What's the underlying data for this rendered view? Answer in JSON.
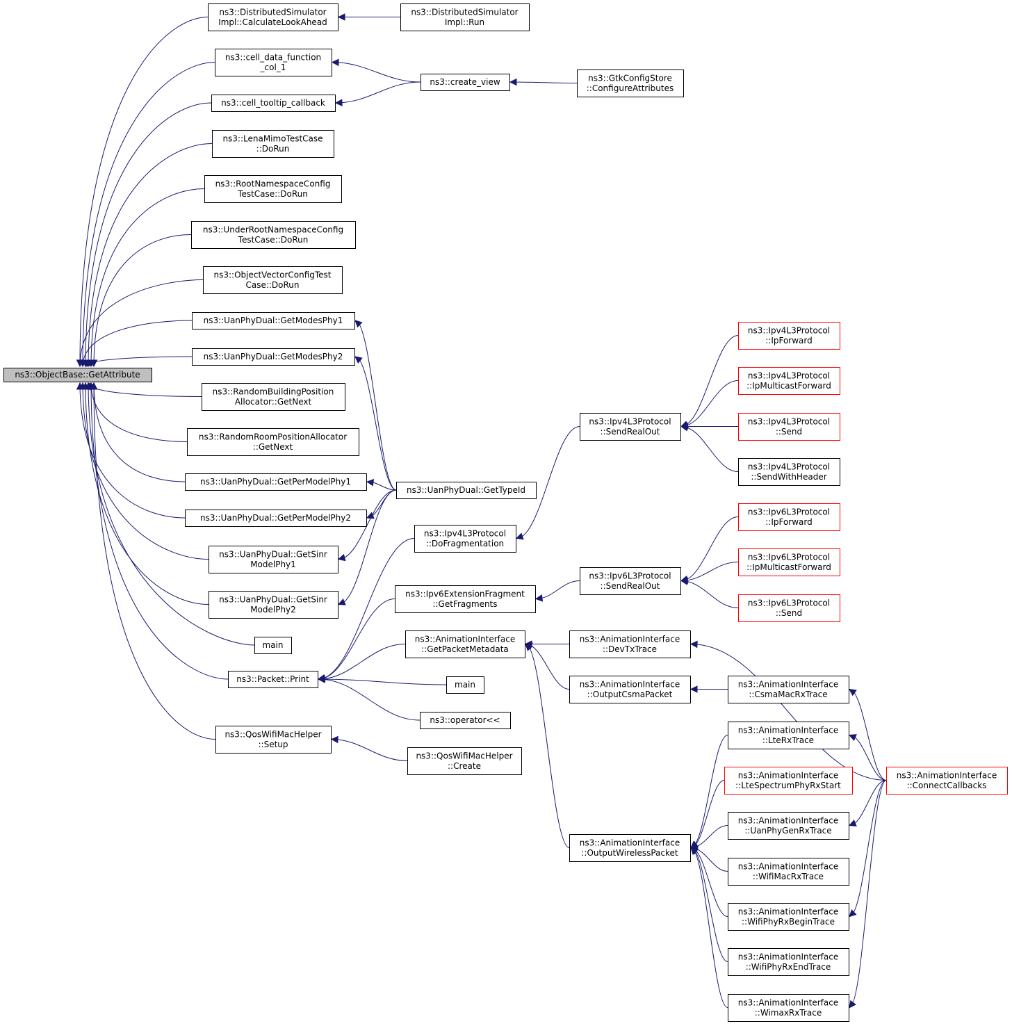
{
  "diagram": {
    "root": "n0",
    "nodes": [
      {
        "id": "n0",
        "lines": [
          "ns3::ObjectBase::GetAttribute"
        ],
        "style": "root"
      },
      {
        "id": "n1",
        "lines": [
          "ns3::DistributedSimulator",
          "Impl::CalculateLookAhead"
        ]
      },
      {
        "id": "n2",
        "lines": [
          "ns3::DistributedSimulator",
          "Impl::Run"
        ]
      },
      {
        "id": "n3",
        "lines": [
          "ns3::cell_data_function",
          "_col_1"
        ]
      },
      {
        "id": "n4",
        "lines": [
          "ns3::create_view"
        ]
      },
      {
        "id": "n5",
        "lines": [
          "ns3::GtkConfigStore",
          "::ConfigureAttributes"
        ]
      },
      {
        "id": "n6",
        "lines": [
          "ns3::cell_tooltip_callback"
        ]
      },
      {
        "id": "n7",
        "lines": [
          "ns3::LenaMimoTestCase",
          "::DoRun"
        ]
      },
      {
        "id": "n8",
        "lines": [
          "ns3::RootNamespaceConfig",
          "TestCase::DoRun"
        ]
      },
      {
        "id": "n9",
        "lines": [
          "ns3::UnderRootNamespaceConfig",
          "TestCase::DoRun"
        ]
      },
      {
        "id": "n10",
        "lines": [
          "ns3::ObjectVectorConfigTest",
          "Case::DoRun"
        ]
      },
      {
        "id": "n11",
        "lines": [
          "ns3::UanPhyDual::GetModesPhy1"
        ]
      },
      {
        "id": "n12",
        "lines": [
          "ns3::UanPhyDual::GetModesPhy2"
        ]
      },
      {
        "id": "n13",
        "lines": [
          "ns3::RandomBuildingPosition",
          "Allocator::GetNext"
        ]
      },
      {
        "id": "n14",
        "lines": [
          "ns3::RandomRoomPositionAllocator",
          "::GetNext"
        ]
      },
      {
        "id": "n15",
        "lines": [
          "ns3::UanPhyDual::GetPerModelPhy1"
        ]
      },
      {
        "id": "n16",
        "lines": [
          "ns3::UanPhyDual::GetPerModelPhy2"
        ]
      },
      {
        "id": "n17",
        "lines": [
          "ns3::UanPhyDual::GetSinr",
          "ModelPhy1"
        ]
      },
      {
        "id": "n18",
        "lines": [
          "ns3::UanPhyDual::GetSinr",
          "ModelPhy2"
        ]
      },
      {
        "id": "n19",
        "lines": [
          "main"
        ]
      },
      {
        "id": "n20",
        "lines": [
          "ns3::Packet::Print"
        ]
      },
      {
        "id": "n21",
        "lines": [
          "ns3::QosWifiMacHelper",
          "::Setup"
        ]
      },
      {
        "id": "n22",
        "lines": [
          "ns3::QosWifiMacHelper",
          "::Create"
        ]
      },
      {
        "id": "n23",
        "lines": [
          "ns3::UanPhyDual::GetTypeId"
        ]
      },
      {
        "id": "n24",
        "lines": [
          "ns3::Ipv4L3Protocol",
          "::DoFragmentation"
        ]
      },
      {
        "id": "n25",
        "lines": [
          "ns3::Ipv6ExtensionFragment",
          "::GetFragments"
        ]
      },
      {
        "id": "n26",
        "lines": [
          "ns3::AnimationInterface",
          "::GetPacketMetadata"
        ]
      },
      {
        "id": "n27",
        "lines": [
          "main"
        ]
      },
      {
        "id": "n28",
        "lines": [
          "ns3::operator<<"
        ]
      },
      {
        "id": "n29",
        "lines": [
          "ns3::Ipv4L3Protocol",
          "::SendRealOut"
        ]
      },
      {
        "id": "n30",
        "lines": [
          "ns3::Ipv4L3Protocol",
          "::IpForward"
        ],
        "style": "red"
      },
      {
        "id": "n31",
        "lines": [
          "ns3::Ipv4L3Protocol",
          "::IpMulticastForward"
        ],
        "style": "red"
      },
      {
        "id": "n32",
        "lines": [
          "ns3::Ipv4L3Protocol",
          "::Send"
        ],
        "style": "red"
      },
      {
        "id": "n33",
        "lines": [
          "ns3::Ipv4L3Protocol",
          "::SendWithHeader"
        ]
      },
      {
        "id": "n34",
        "lines": [
          "ns3::Ipv6L3Protocol",
          "::SendRealOut"
        ]
      },
      {
        "id": "n35",
        "lines": [
          "ns3::Ipv6L3Protocol",
          "::IpForward"
        ],
        "style": "red"
      },
      {
        "id": "n36",
        "lines": [
          "ns3::Ipv6L3Protocol",
          "::IpMulticastForward"
        ],
        "style": "red"
      },
      {
        "id": "n37",
        "lines": [
          "ns3::Ipv6L3Protocol",
          "::Send"
        ],
        "style": "red"
      },
      {
        "id": "n38",
        "lines": [
          "ns3::AnimationInterface",
          "::DevTxTrace"
        ]
      },
      {
        "id": "n39",
        "lines": [
          "ns3::AnimationInterface",
          "::OutputCsmaPacket"
        ]
      },
      {
        "id": "n40",
        "lines": [
          "ns3::AnimationInterface",
          "::CsmaMacRxTrace"
        ]
      },
      {
        "id": "n41",
        "lines": [
          "ns3::AnimationInterface",
          "::OutputWirelessPacket"
        ]
      },
      {
        "id": "n42",
        "lines": [
          "ns3::AnimationInterface",
          "::LteRxTrace"
        ]
      },
      {
        "id": "n43",
        "lines": [
          "ns3::AnimationInterface",
          "::LteSpectrumPhyRxStart"
        ],
        "style": "red"
      },
      {
        "id": "n44",
        "lines": [
          "ns3::AnimationInterface",
          "::UanPhyGenRxTrace"
        ]
      },
      {
        "id": "n45",
        "lines": [
          "ns3::AnimationInterface",
          "::WifiMacRxTrace"
        ]
      },
      {
        "id": "n46",
        "lines": [
          "ns3::AnimationInterface",
          "::WifiPhyRxBeginTrace"
        ]
      },
      {
        "id": "n47",
        "lines": [
          "ns3::AnimationInterface",
          "::WifiPhyRxEndTrace"
        ]
      },
      {
        "id": "n48",
        "lines": [
          "ns3::AnimationInterface",
          "::WimaxRxTrace"
        ]
      },
      {
        "id": "n49",
        "lines": [
          "ns3::AnimationInterface",
          "::ConnectCallbacks"
        ],
        "style": "red"
      }
    ],
    "edges": [
      [
        "n1",
        "n0"
      ],
      [
        "n3",
        "n0"
      ],
      [
        "n6",
        "n0"
      ],
      [
        "n7",
        "n0"
      ],
      [
        "n8",
        "n0"
      ],
      [
        "n9",
        "n0"
      ],
      [
        "n10",
        "n0"
      ],
      [
        "n11",
        "n0"
      ],
      [
        "n12",
        "n0"
      ],
      [
        "n13",
        "n0"
      ],
      [
        "n14",
        "n0"
      ],
      [
        "n15",
        "n0"
      ],
      [
        "n16",
        "n0"
      ],
      [
        "n17",
        "n0"
      ],
      [
        "n18",
        "n0"
      ],
      [
        "n19",
        "n0"
      ],
      [
        "n20",
        "n0"
      ],
      [
        "n21",
        "n0"
      ],
      [
        "n2",
        "n1"
      ],
      [
        "n4",
        "n3"
      ],
      [
        "n4",
        "n6"
      ],
      [
        "n5",
        "n4"
      ],
      [
        "n23",
        "n11"
      ],
      [
        "n23",
        "n12"
      ],
      [
        "n23",
        "n15"
      ],
      [
        "n23",
        "n16"
      ],
      [
        "n23",
        "n17"
      ],
      [
        "n23",
        "n18"
      ],
      [
        "n24",
        "n20"
      ],
      [
        "n25",
        "n20"
      ],
      [
        "n26",
        "n20"
      ],
      [
        "n27",
        "n20"
      ],
      [
        "n28",
        "n20"
      ],
      [
        "n22",
        "n21"
      ],
      [
        "n29",
        "n24"
      ],
      [
        "n30",
        "n29"
      ],
      [
        "n31",
        "n29"
      ],
      [
        "n32",
        "n29"
      ],
      [
        "n33",
        "n29"
      ],
      [
        "n34",
        "n25"
      ],
      [
        "n35",
        "n34"
      ],
      [
        "n36",
        "n34"
      ],
      [
        "n37",
        "n34"
      ],
      [
        "n38",
        "n26"
      ],
      [
        "n39",
        "n26"
      ],
      [
        "n41",
        "n26"
      ],
      [
        "n49",
        "n38"
      ],
      [
        "n40",
        "n39"
      ],
      [
        "n49",
        "n40"
      ],
      [
        "n42",
        "n41"
      ],
      [
        "n43",
        "n41"
      ],
      [
        "n44",
        "n41"
      ],
      [
        "n45",
        "n41"
      ],
      [
        "n46",
        "n41"
      ],
      [
        "n47",
        "n41"
      ],
      [
        "n48",
        "n41"
      ],
      [
        "n49",
        "n42"
      ],
      [
        "n49",
        "n44"
      ],
      [
        "n49",
        "n46"
      ],
      [
        "n49",
        "n48"
      ]
    ]
  }
}
